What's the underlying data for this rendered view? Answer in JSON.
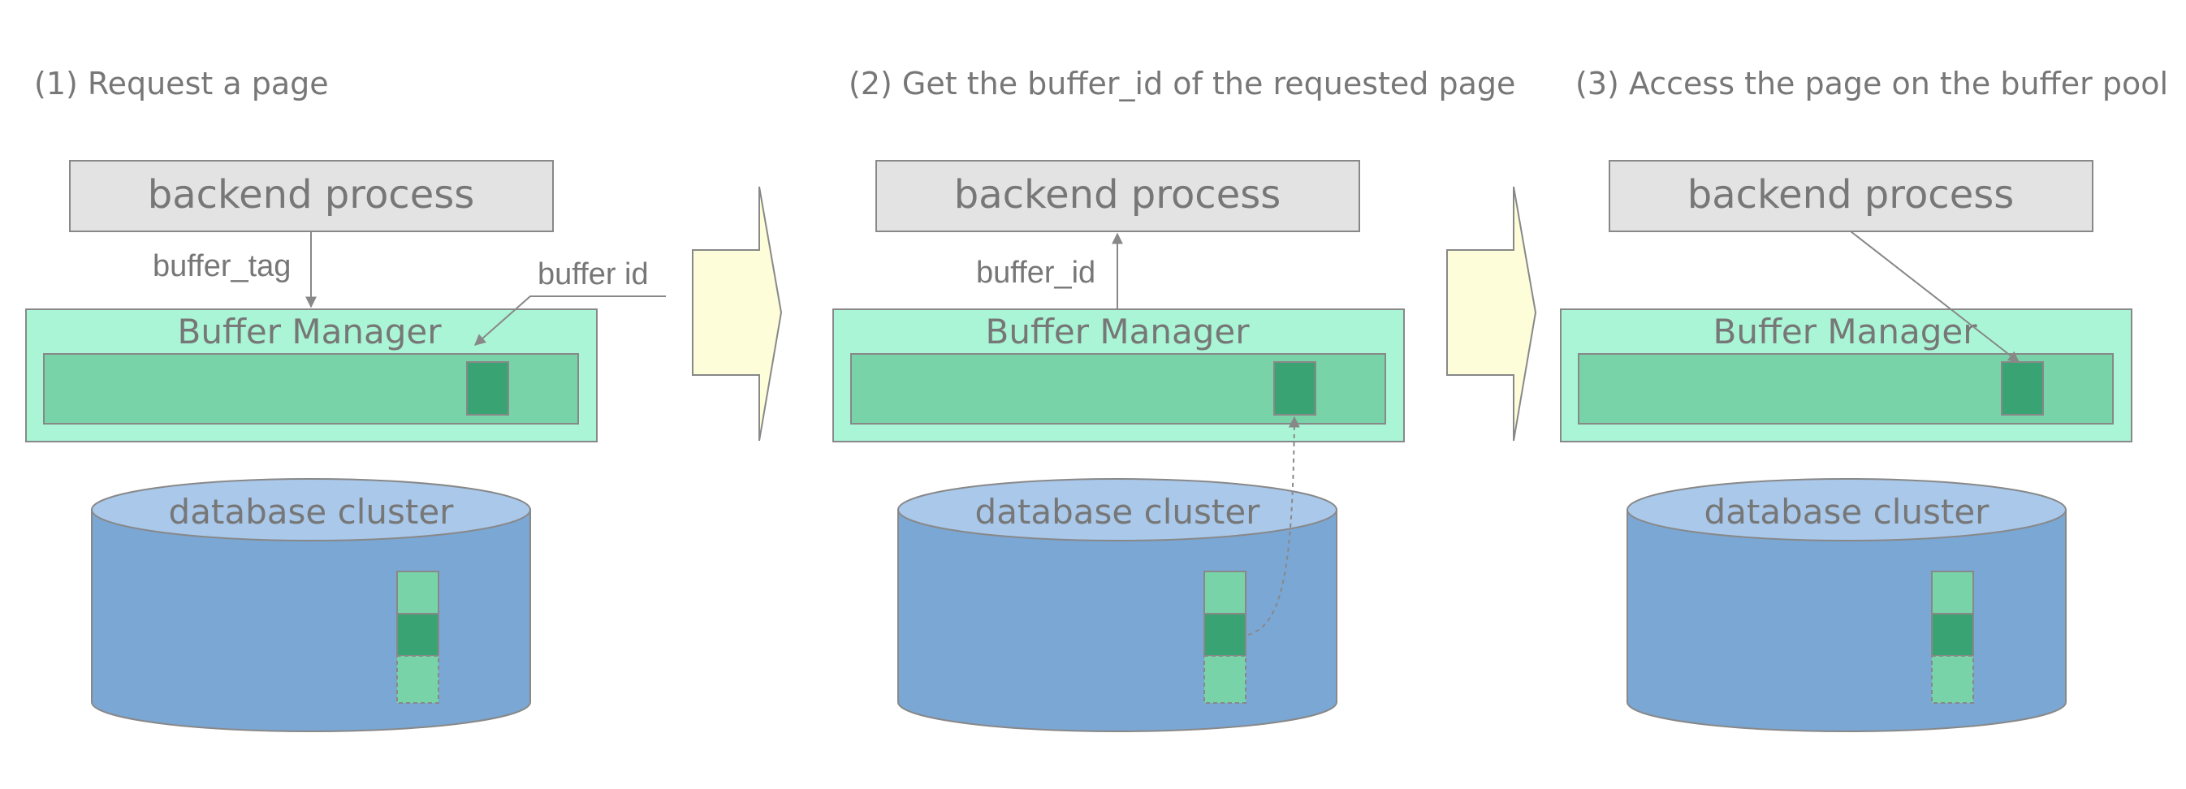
{
  "colors": {
    "backend_fill": "#e3e3e3",
    "backend_stroke": "#888888",
    "manager_fill": "#aaf5d6",
    "pool_fill": "#78d4a8",
    "slot_fill": "#3aa374",
    "db_body": "#7ba7d4",
    "db_top": "#a9c8ea",
    "page_light": "#78d4a8",
    "page_dark": "#3aa374",
    "transition_arrow_fill": "#fdfdd9",
    "text": "#777777",
    "line": "#888888"
  },
  "panels": [
    {
      "caption": "(1) Request a page",
      "backend_label": "backend process",
      "manager_label": "Buffer Manager",
      "db_label": "database cluster",
      "arrow_labels": [
        "buffer_tag",
        "buffer id"
      ]
    },
    {
      "caption": "(2) Get the buffer_id of the requested page",
      "backend_label": "backend process",
      "manager_label": "Buffer Manager",
      "db_label": "database cluster",
      "arrow_labels": [
        "buffer_id"
      ]
    },
    {
      "caption": "(3) Access the page on the buffer pool",
      "backend_label": "backend process",
      "manager_label": "Buffer Manager",
      "db_label": "database cluster",
      "arrow_labels": []
    }
  ]
}
